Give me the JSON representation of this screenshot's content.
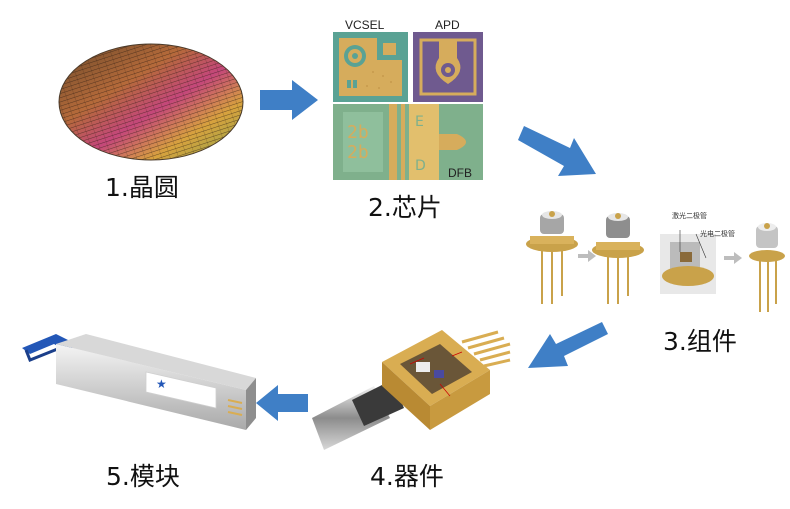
{
  "stages": {
    "wafer": {
      "label": "1.晶圆"
    },
    "chip": {
      "label": "2.芯片",
      "vcsel": "VCSEL",
      "apd": "APD",
      "dfb": "DFB"
    },
    "component": {
      "label": "3.组件",
      "laser_diode": "激光二极管",
      "photodiode": "光电二极管"
    },
    "device": {
      "label": "4.器件"
    },
    "module": {
      "label": "5.模块"
    }
  },
  "colors": {
    "arrow": "#3f7fc6",
    "wafer_gold": "#c9a24a",
    "chip_gold": "#d6ac5c",
    "vcsel_bg": "#5aa294",
    "apd_bg": "#6f5a8f",
    "dfb_bg": "#7fb08c",
    "module_blue": "#2357b7"
  }
}
